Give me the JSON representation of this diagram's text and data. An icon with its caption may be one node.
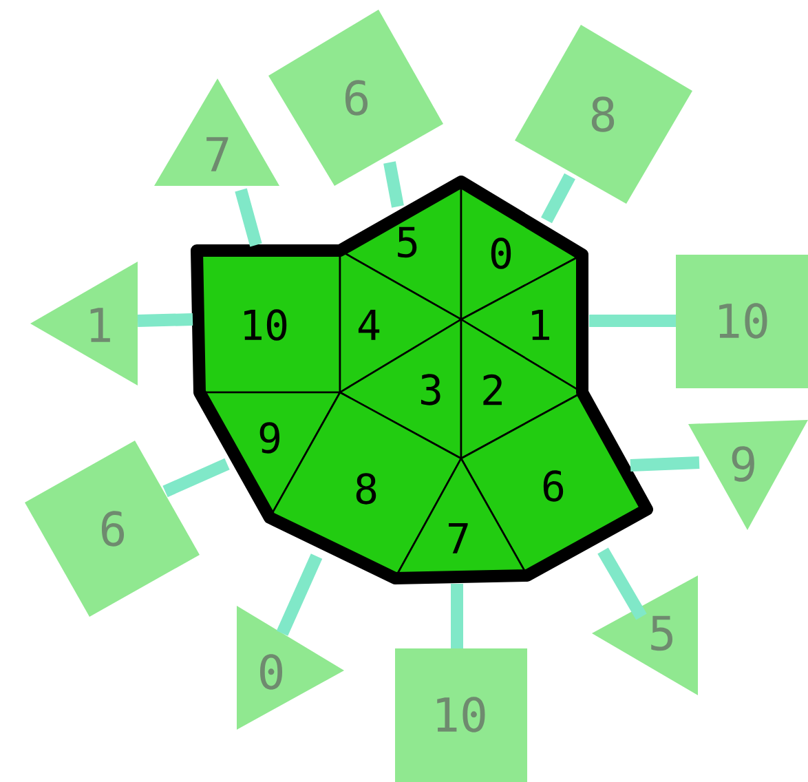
{
  "diagram": {
    "nodes": [
      {
        "text": [],
        "shape": "polygon"
      },
      {
        "text": [
          "5"
        ],
        "in": 0
      },
      {
        "text": [
          "0"
        ],
        "in": 0
      },
      {
        "text": [
          "10"
        ],
        "in": 0
      },
      {
        "text": [
          "4"
        ],
        "in": 0
      },
      {
        "text": [
          "1"
        ],
        "in": 0
      },
      {
        "text": [
          "3"
        ],
        "in": 0
      },
      {
        "text": [
          "2"
        ],
        "in": 0
      },
      {
        "text": [
          "9"
        ],
        "in": 0
      },
      {
        "text": [
          "8"
        ],
        "in": 0
      },
      {
        "text": [
          "6"
        ],
        "in": 0
      },
      {
        "text": [
          "7"
        ],
        "in": 0
      },
      {
        "text": [
          "7"
        ]
      },
      {
        "text": [
          "6"
        ]
      },
      {
        "text": [
          "8"
        ]
      },
      {
        "text": [
          "1"
        ]
      },
      {
        "text": [
          "10"
        ]
      },
      {
        "text": [
          "9"
        ]
      },
      {
        "text": [
          "6"
        ]
      },
      {
        "text": [
          "5"
        ]
      },
      {
        "text": [
          "0"
        ]
      },
      {
        "text": [
          "10"
        ]
      }
    ],
    "edges": [
      {
        "from": 12,
        "to": 0,
        "arrow": "none"
      },
      {
        "from": 13,
        "to": 0,
        "arrow": "none"
      },
      {
        "from": 14,
        "to": 0,
        "arrow": "none"
      },
      {
        "from": 15,
        "to": 0,
        "arrow": "none"
      },
      {
        "from": 16,
        "to": 0,
        "arrow": "none"
      },
      {
        "from": 17,
        "to": 0,
        "arrow": "none"
      },
      {
        "from": 18,
        "to": 0,
        "arrow": "none"
      },
      {
        "from": 19,
        "to": 0,
        "arrow": "none"
      },
      {
        "from": 20,
        "to": 0,
        "arrow": "none"
      },
      {
        "from": 21,
        "to": 0,
        "arrow": "none"
      }
    ]
  }
}
